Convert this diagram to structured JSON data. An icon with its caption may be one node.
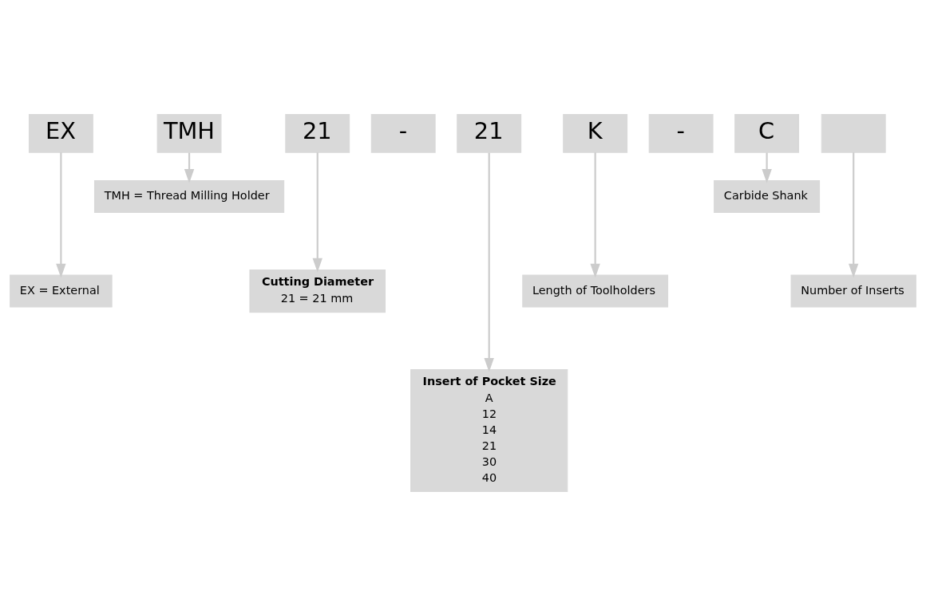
{
  "diagram": {
    "nodes": [
      {
        "text": [
          "EX"
        ]
      },
      {
        "text": [
          "TMH"
        ]
      },
      {
        "text": [
          "21"
        ]
      },
      {
        "text": [
          "-"
        ]
      },
      {
        "text": [
          "21"
        ]
      },
      {
        "text": [
          "K"
        ]
      },
      {
        "text": [
          "-"
        ]
      },
      {
        "text": [
          "C"
        ]
      },
      {
        "text": [],
        "shape": "box"
      },
      {
        "text": [
          "TMH = Thread Milling Holder"
        ]
      },
      {
        "text": [
          "Carbide Shank"
        ]
      },
      {
        "text": [
          "EX = External"
        ]
      },
      {
        "text": [
          "Cutting Diameter",
          "21 = 21 mm"
        ]
      },
      {
        "text": [
          "Length of Toolholders"
        ]
      },
      {
        "text": [
          "Number of Inserts"
        ]
      },
      {
        "text": [
          "Insert of Pocket Size",
          "A",
          "12",
          "14",
          "21",
          "30",
          "40"
        ]
      }
    ],
    "edges": [
      {
        "from": 0,
        "to": 11,
        "arrow": "to"
      },
      {
        "from": 1,
        "to": 9,
        "arrow": "to"
      },
      {
        "from": 2,
        "to": 12,
        "arrow": "to"
      },
      {
        "from": 4,
        "to": 15,
        "arrow": "to"
      },
      {
        "from": 5,
        "to": 13,
        "arrow": "to"
      },
      {
        "from": 7,
        "to": 10,
        "arrow": "to"
      },
      {
        "from": 8,
        "to": 14,
        "arrow": "to"
      }
    ]
  }
}
